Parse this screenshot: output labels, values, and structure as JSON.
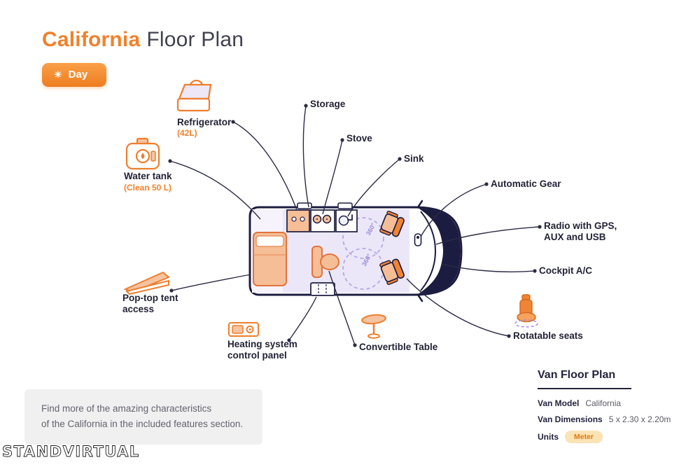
{
  "title": {
    "brand": "California",
    "rest": "Floor Plan"
  },
  "mode_toggle": {
    "label": "Day",
    "icon_glyph": "☀"
  },
  "callouts": {
    "refrigerator": {
      "label": "Refrigerator",
      "sub": "(42L)"
    },
    "water_tank": {
      "label": "Water tank",
      "sub": "(Clean 50 L)"
    },
    "storage": {
      "label": "Storage"
    },
    "stove": {
      "label": "Stove"
    },
    "sink": {
      "label": "Sink"
    },
    "automatic_gear": {
      "label": "Automatic Gear"
    },
    "radio": {
      "label": "Radio with GPS, AUX and USB"
    },
    "cockpit_ac": {
      "label": "Cockpit A/C"
    },
    "pop_top": {
      "label": "Pop-top tent access"
    },
    "heating": {
      "label": "Heating system control panel"
    },
    "convertible_table": {
      "label": "Convertible Table"
    },
    "rotatable_seats": {
      "label": "Rotatable seats"
    }
  },
  "van": {
    "rotation_label": "360°"
  },
  "info_note": {
    "line1": "Find more of the amazing characteristics",
    "line2": "of the California in the included features section."
  },
  "details_panel": {
    "heading": "Van Floor Plan",
    "rows": [
      {
        "label": "Van Model",
        "value": "California"
      },
      {
        "label": "Van Dimensions",
        "value": "5 x 2.30 x 2.20m"
      },
      {
        "label": "Units",
        "value": "Meter"
      }
    ]
  },
  "watermark": "STANDVIRTUAL",
  "colors": {
    "accent_orange": "#F0812C",
    "navy": "#1C1C40",
    "lavender_floor": "#ECE7F8",
    "furniture_peach": "#F6BE97",
    "badge_bg": "#FCE3B5",
    "note_bg": "#F0F0F1"
  }
}
